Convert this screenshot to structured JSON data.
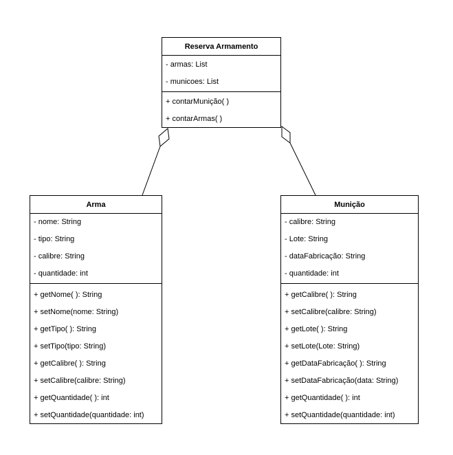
{
  "diagram": {
    "classes": {
      "reserva": {
        "name": "Reserva Armamento",
        "attributes": [
          "- armas: List",
          "- municoes: List"
        ],
        "methods": [
          "+ contarMunição( )",
          "+ contarArmas( )"
        ]
      },
      "arma": {
        "name": "Arma",
        "attributes": [
          "- nome: String",
          "- tipo: String",
          "- calibre: String",
          "- quantidade: int"
        ],
        "methods": [
          "+ getNome( ): String",
          "+ setNome(nome: String)",
          "+ getTipo( ): String",
          "+ setTipo(tipo: String)",
          "+ getCalibre( ): String",
          "+ setCalibre(calibre: String)",
          "+ getQuantidade( ): int",
          "+ setQuantidade(quantidade: int)"
        ]
      },
      "municao": {
        "name": "Munição",
        "attributes": [
          "- calibre: String",
          "- Lote: String",
          "- dataFabricação: String",
          "- quantidade: int"
        ],
        "methods": [
          "+ getCalibre( ): String",
          "+ setCalibre(calibre: String)",
          "+ getLote( ): String",
          "+ setLote(Lote: String)",
          "+ getDataFabricação( ): String",
          "+ setDataFabricação(data: String)",
          "+ getQuantidade( ): int",
          "+ setQuantidade(quantidade: int)"
        ]
      }
    },
    "relationships": [
      {
        "type": "aggregation",
        "whole": "Reserva Armamento",
        "part": "Arma"
      },
      {
        "type": "aggregation",
        "whole": "Reserva Armamento",
        "part": "Munição"
      }
    ]
  }
}
